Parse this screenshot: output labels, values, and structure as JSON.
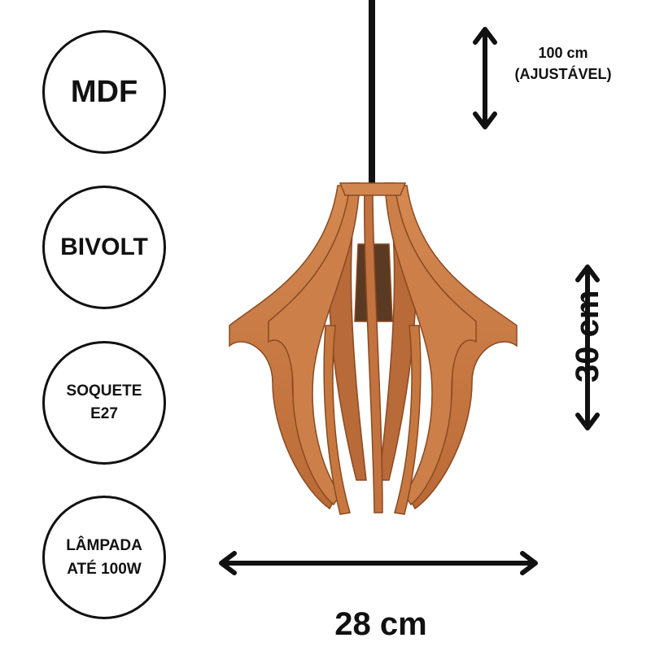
{
  "badges": {
    "material": "MDF",
    "voltage": "BIVOLT",
    "socket": "SOQUETE\nE27",
    "bulb": "LÂMPADA\nATÉ 100W"
  },
  "dimensions": {
    "cord": "100 cm\n(AJUSTÁVEL)",
    "height": "30 cm",
    "width": "28 cm"
  },
  "colors": {
    "wood": "#c97a45",
    "wood_dark": "#a9592b",
    "outline": "#111111"
  },
  "icons": {
    "cord_arrow": "vertical-double-arrow",
    "height_arrow": "vertical-double-arrow",
    "width_arrow": "horizontal-double-arrow"
  }
}
